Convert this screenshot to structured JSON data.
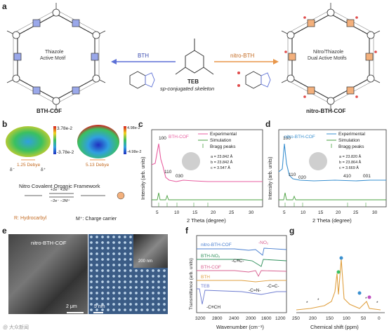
{
  "panel_labels": [
    "a",
    "b",
    "c",
    "d",
    "e",
    "f",
    "g"
  ],
  "panel_a": {
    "left_title": "BTH-COF",
    "left_motif_line1": "Thiazole",
    "left_motif_line2": "Active Motif",
    "right_title": "nitro-BTH-COF",
    "right_motif_line1": "Nitro/Thiazole",
    "right_motif_line2": "Dual Active Motifs",
    "arrow_left_label": "BTH",
    "arrow_right_label": "nitro-BTH",
    "center_label": "TEB",
    "center_sub": "sp-conjugated skeleton",
    "colors": {
      "left_arrow": "#5b6fd6",
      "right_arrow": "#e8964a",
      "hex_left": "#9aa8ea",
      "hex_right": "#f3b07c"
    }
  },
  "panel_b": {
    "esp_left_max": "3.78e-2",
    "esp_left_min": "-3.78e-2",
    "esp_right_max": "4.98e-2",
    "esp_right_min": "-4.98e-2",
    "dipole_left": "1.25 Debye",
    "dipole_right": "5.13 Debye",
    "delta_minus": "δ⁻",
    "delta_plus": "δ⁺",
    "title": "Nitro Covalent Organic Framework",
    "rxn_top": "+2e⁻   +2M⁺",
    "rxn_bottom": "−2e⁻   −2M⁺",
    "legend_r": "R: Hydrocarbyl",
    "legend_m": "M⁺: Charge carrier"
  },
  "panel_c": {
    "ylabel": "Intensity (arb. units)",
    "xlabel": "2 Theta (degree)",
    "sample": "BTH-COF",
    "legend": [
      "Experimental",
      "Simulation",
      "Bragg peaks"
    ],
    "cell": [
      "a = 23.842 Å",
      "b = 23.842 Å",
      "c = 3.547 Å"
    ],
    "peaks": [
      "100",
      "110",
      "030"
    ],
    "ticks": [
      "5",
      "10",
      "15",
      "20",
      "25",
      "30"
    ]
  },
  "panel_d": {
    "ylabel": "Intensity (arb. units)",
    "xlabel": "2 Theta (degree)",
    "sample": "nitro-BTH-COF",
    "legend": [
      "Experimental",
      "Simulation",
      "Bragg peaks"
    ],
    "cell": [
      "a = 23.820 Å",
      "b = 23.864 Å",
      "c = 3.669 Å"
    ],
    "peaks": [
      "100",
      "110",
      "020",
      "410",
      "001"
    ],
    "ticks": [
      "5",
      "10",
      "15",
      "20",
      "25",
      "30"
    ]
  },
  "panel_e": {
    "sem_label": "nitro-BTH-COF",
    "scale_left": "2 μm",
    "scale_right": "5 nm",
    "scale_inset": "200 nm"
  },
  "panel_f": {
    "ylabel": "Transmittance (arb. units)",
    "xlabel": "Wavenumber (cm⁻¹)",
    "series": [
      "nitro-BTH-COF",
      "BTH-NO₂",
      "BTH-COF",
      "BTH",
      "TEB"
    ],
    "annotations": [
      "-NO₂",
      "-C≡C-",
      "-C=N-",
      "-C=C-",
      "-C≡CH"
    ],
    "ticks": [
      "3200",
      "2800",
      "2400",
      "2000",
      "1600",
      "1200"
    ],
    "colors": [
      "#4a7fd0",
      "#2e8f5a",
      "#d85f8f",
      "#e0a040",
      "#6c7bd0"
    ]
  },
  "panel_g": {
    "xlabel": "Chemical shift (ppm)",
    "ticks": [
      "250",
      "200",
      "150",
      "100",
      "50",
      "0"
    ]
  },
  "watermark": "@ 大众新闻"
}
